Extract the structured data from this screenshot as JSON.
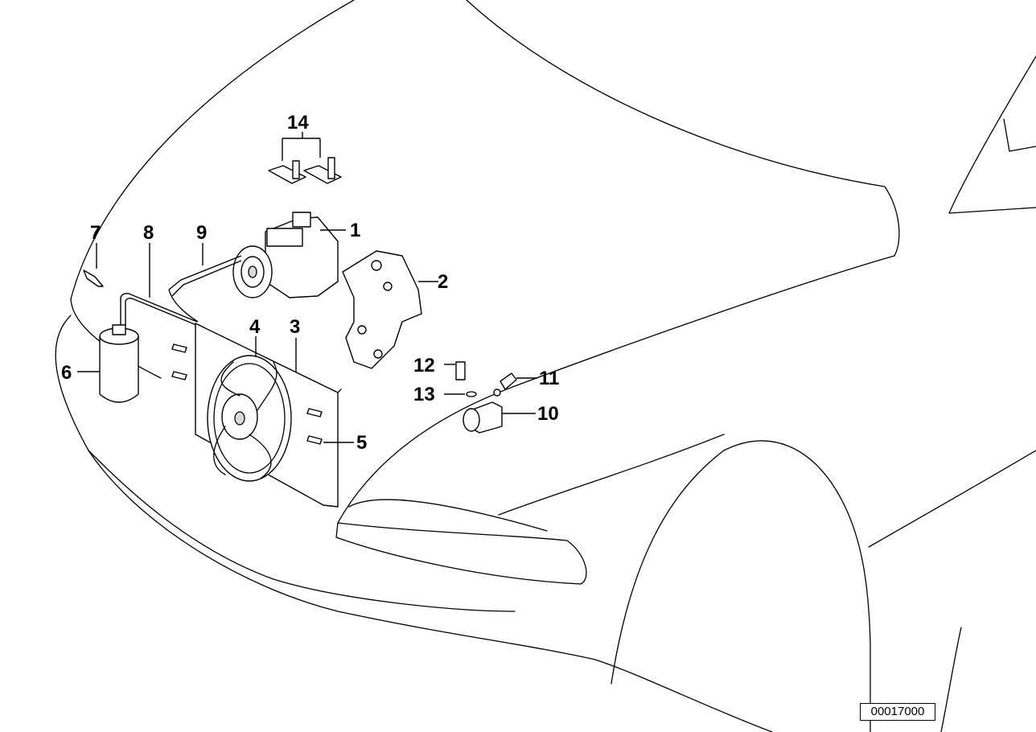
{
  "callouts": {
    "c1": "1",
    "c2": "2",
    "c3": "3",
    "c4": "4",
    "c5": "5",
    "c6": "6",
    "c7": "7",
    "c8": "8",
    "c9": "9",
    "c10": "10",
    "c11": "11",
    "c12": "12",
    "c13": "13",
    "c14": "14"
  },
  "reference_number": "00017000"
}
